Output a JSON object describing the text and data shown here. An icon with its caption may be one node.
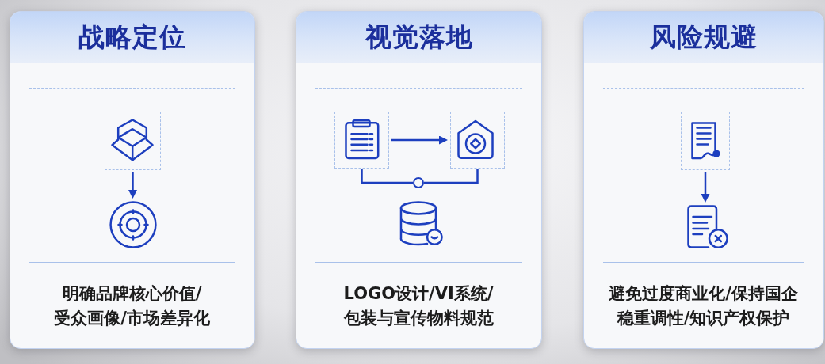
{
  "diagram": {
    "nodes": [
      {
        "text": [
          "战略定位",
          "明确品牌核心价值/受众画像/市场差异化"
        ]
      },
      {
        "text": [],
        "shape": "picture",
        "in": 0
      },
      {
        "text": [],
        "shape": "picture",
        "in": 0
      },
      {
        "text": [
          "视觉落地",
          "LOGO设计/VI系统/包装与宣传物料规范"
        ]
      },
      {
        "text": [],
        "shape": "picture",
        "in": 3
      },
      {
        "text": [],
        "shape": "picture",
        "in": 3
      },
      {
        "text": [],
        "shape": "circle",
        "in": 3
      },
      {
        "text": [],
        "shape": "picture",
        "in": 3
      },
      {
        "text": [
          "风险规避",
          "避免过度商业化/保持国企稳重调性/知识产权保护"
        ]
      },
      {
        "text": [],
        "shape": "picture",
        "in": 8
      },
      {
        "text": [],
        "shape": "picture",
        "in": 8
      }
    ],
    "edges": [
      {
        "from": 1,
        "to": 2,
        "arrow": "to"
      },
      {
        "from": 4,
        "to": 5,
        "arrow": "to"
      },
      {
        "from": 4,
        "to": 6,
        "arrow": "none"
      },
      {
        "from": 5,
        "to": 6,
        "arrow": "none"
      },
      {
        "from": 9,
        "to": 10,
        "arrow": "to"
      }
    ]
  }
}
